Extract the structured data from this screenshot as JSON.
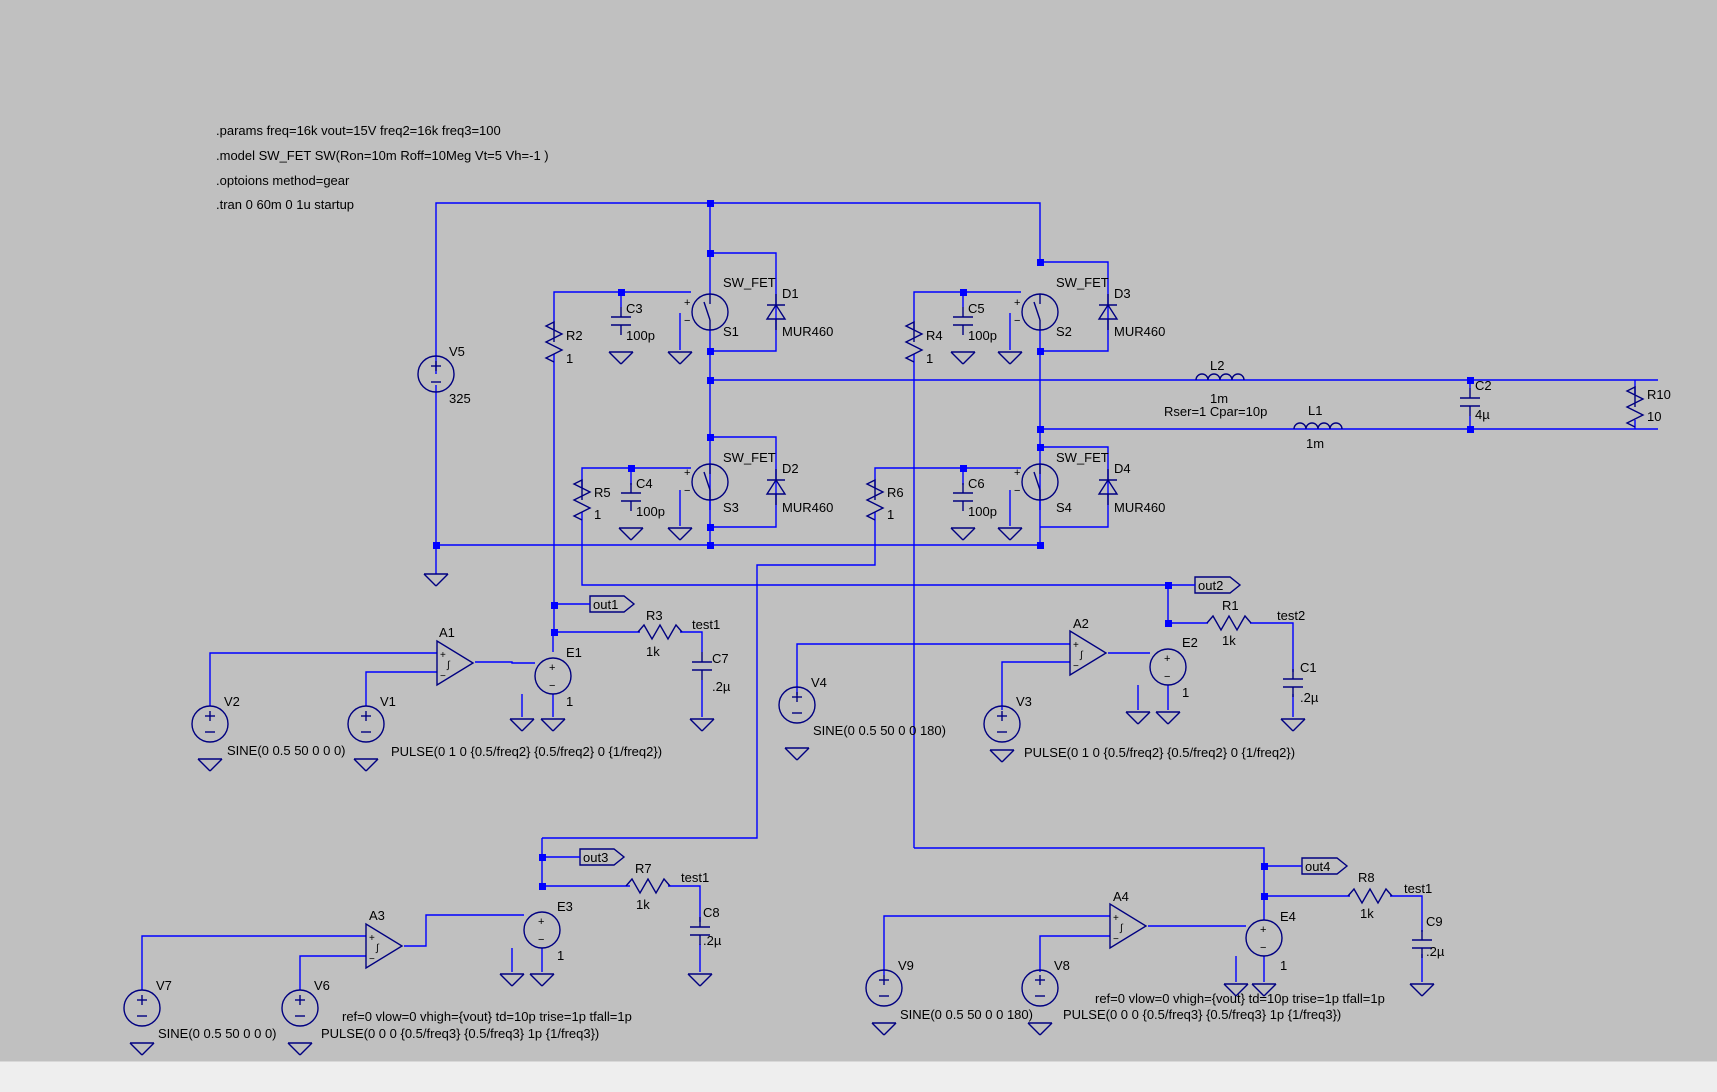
{
  "directives": [
    ".params freq=16k vout=15V freq2=16k freq3=100",
    ".model SW_FET SW(Ron=10m Roff=10Meg Vt=5 Vh=-1 )",
    ".optoions method=gear",
    ".tran 0 60m 0 1u startup"
  ],
  "switches": [
    {
      "name": "S1",
      "model": "SW_FET"
    },
    {
      "name": "S2",
      "model": "SW_FET"
    },
    {
      "name": "S3",
      "model": "SW_FET"
    },
    {
      "name": "S4",
      "model": "SW_FET"
    }
  ],
  "diodes": [
    {
      "name": "D1",
      "model": "MUR460"
    },
    {
      "name": "D2",
      "model": "MUR460"
    },
    {
      "name": "D3",
      "model": "MUR460"
    },
    {
      "name": "D4",
      "model": "MUR460"
    }
  ],
  "capacitors": {
    "C1": {
      "name": "C1",
      "value": ".2µ"
    },
    "C2": {
      "name": "C2",
      "value": "4µ"
    },
    "C3": {
      "name": "C3",
      "value": "100p"
    },
    "C4": {
      "name": "C4",
      "value": "100p"
    },
    "C5": {
      "name": "C5",
      "value": "100p"
    },
    "C6": {
      "name": "C6",
      "value": "100p"
    },
    "C7": {
      "name": "C7",
      "value": ".2µ"
    },
    "C8": {
      "name": "C8",
      "value": ".2µ"
    },
    "C9": {
      "name": "C9",
      "value": ".2µ"
    }
  },
  "resistors": {
    "R1": {
      "name": "R1",
      "value": "1k"
    },
    "R2": {
      "name": "R2",
      "value": "1"
    },
    "R3": {
      "name": "R3",
      "value": "1k"
    },
    "R4": {
      "name": "R4",
      "value": "1"
    },
    "R5": {
      "name": "R5",
      "value": "1"
    },
    "R6": {
      "name": "R6",
      "value": "1"
    },
    "R7": {
      "name": "R7",
      "value": "1k"
    },
    "R8": {
      "name": "R8",
      "value": "1k"
    },
    "R10": {
      "name": "R10",
      "value": "10"
    }
  },
  "inductors": {
    "L1": {
      "name": "L1",
      "value": "1m"
    },
    "L2": {
      "name": "L2",
      "value": "1m",
      "params": "Rser=1 Cpar=10p"
    }
  },
  "sources": {
    "V1": {
      "name": "V1",
      "value": "PULSE(0 1 0 {0.5/freq2} {0.5/freq2} 0 {1/freq2})"
    },
    "V2": {
      "name": "V2",
      "value": "SINE(0 0.5 50 0 0 0)"
    },
    "V3": {
      "name": "V3",
      "value": "PULSE(0 1 0 {0.5/freq2} {0.5/freq2} 0 {1/freq2})"
    },
    "V4": {
      "name": "V4",
      "value": "SINE(0 0.5 50 0 0 180)"
    },
    "V5": {
      "name": "V5",
      "value": "325"
    },
    "V6": {
      "name": "V6",
      "value": "PULSE(0 0 0 {0.5/freq3} {0.5/freq3} 1p {1/freq3})"
    },
    "V7": {
      "name": "V7",
      "value": "SINE(0 0.5 50 0 0 0)"
    },
    "V8": {
      "name": "V8",
      "value": "PULSE(0 0 0 {0.5/freq3} {0.5/freq3} 1p {1/freq3})"
    },
    "V9": {
      "name": "V9",
      "value": "SINE(0 0.5 50 0 0 180)"
    }
  },
  "comparators": [
    "A1",
    "A2",
    "A3",
    "A4"
  ],
  "vcvs": {
    "E1": {
      "name": "E1",
      "gain": "1"
    },
    "E2": {
      "name": "E2",
      "gain": "1"
    },
    "E3": {
      "name": "E3",
      "gain": "1"
    },
    "E4": {
      "name": "E4",
      "gain": "1"
    }
  },
  "comparator_params": [
    "ref=0 vlow=0 vhigh={vout} td=10p trise=1p tfall=1p",
    "ref=0 vlow=0 vhigh={vout} td=10p trise=1p tfall=1p"
  ],
  "net_labels": [
    "out1",
    "out2",
    "out3",
    "out4"
  ],
  "test_nets": [
    "test1",
    "test2",
    "test1",
    "test1"
  ],
  "colors": {
    "background": "#c0c0c0",
    "wire": "#0000ff",
    "component": "#000080",
    "text": "#000000"
  }
}
